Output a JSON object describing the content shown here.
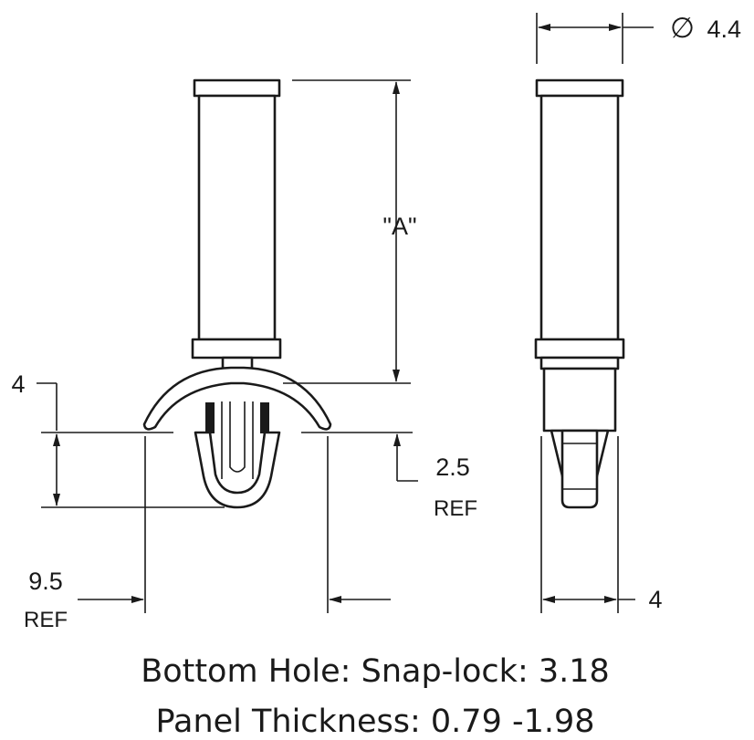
{
  "dimensions": {
    "diameter_symbol": "∅",
    "diameter_value": "4.4",
    "height_label": "\"A\"",
    "top_offset": "4",
    "snap_depth": "2.5",
    "snap_depth_ref": "REF",
    "width": "9.5",
    "width_ref": "REF",
    "side_width": "4"
  },
  "specs": {
    "line1": "Bottom Hole: Snap-lock: 3.18",
    "line2": "Panel Thickness: 0.79 -1.98"
  }
}
